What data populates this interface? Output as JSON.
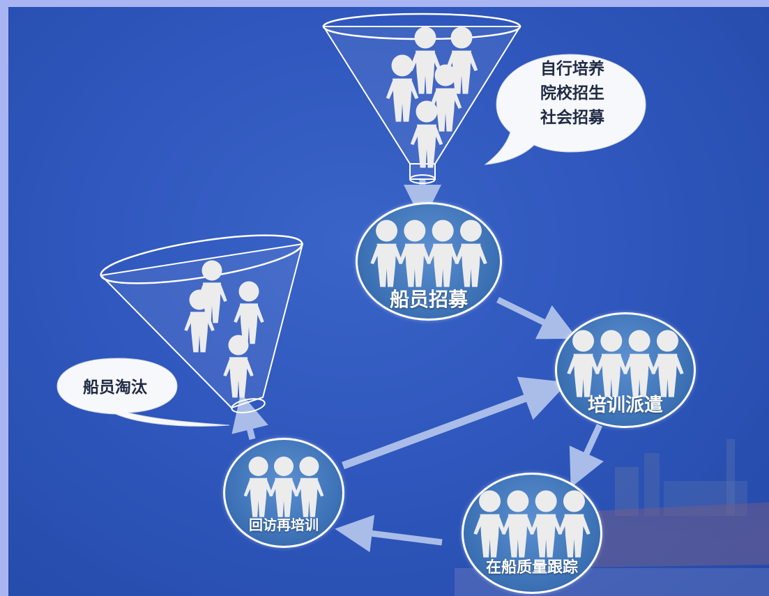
{
  "nodes": {
    "recruit": {
      "label": "船员招募"
    },
    "training": {
      "label": "培训派遣"
    },
    "tracking": {
      "label": "在船质量跟踪"
    },
    "retrain": {
      "label": "回访再培训"
    }
  },
  "bubbles": {
    "sources": {
      "lines": [
        "自行培养",
        "院校招生",
        "社会招募"
      ]
    },
    "elimination": {
      "text": "船员淘汰"
    }
  },
  "colors": {
    "background": "#2f57bd",
    "outer_frame": "#a9b5f3",
    "node_fill": "#4a7fc4",
    "arrow": "#a9bde8",
    "figure": "#ececec"
  },
  "icons": [
    "person-figure-icon",
    "funnel-icon",
    "speech-bubble-icon",
    "ship-icon",
    "arrow-icon"
  ]
}
